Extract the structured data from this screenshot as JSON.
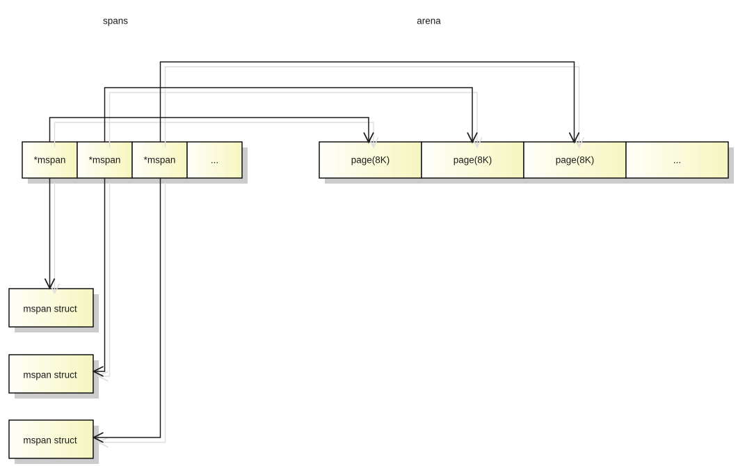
{
  "title_labels": {
    "spans": "spans",
    "arena": "arena"
  },
  "spans_row": {
    "cells": [
      "*mspan",
      "*mspan",
      "*mspan",
      "..."
    ]
  },
  "arena_row": {
    "cells": [
      "page(8K)",
      "page(8K)",
      "page(8K)",
      "..."
    ]
  },
  "struct_boxes": [
    "mspan struct",
    "mspan struct",
    "mspan struct"
  ],
  "colors": {
    "cell_fill_light": "#fffffa",
    "cell_fill_yellow": "#f6f6c0",
    "box_border": "#000000",
    "connector": "#1c1c1c",
    "box_shadow": "#cccccc",
    "connector_shadow": "#dedede",
    "text": "#1a1a1a"
  }
}
